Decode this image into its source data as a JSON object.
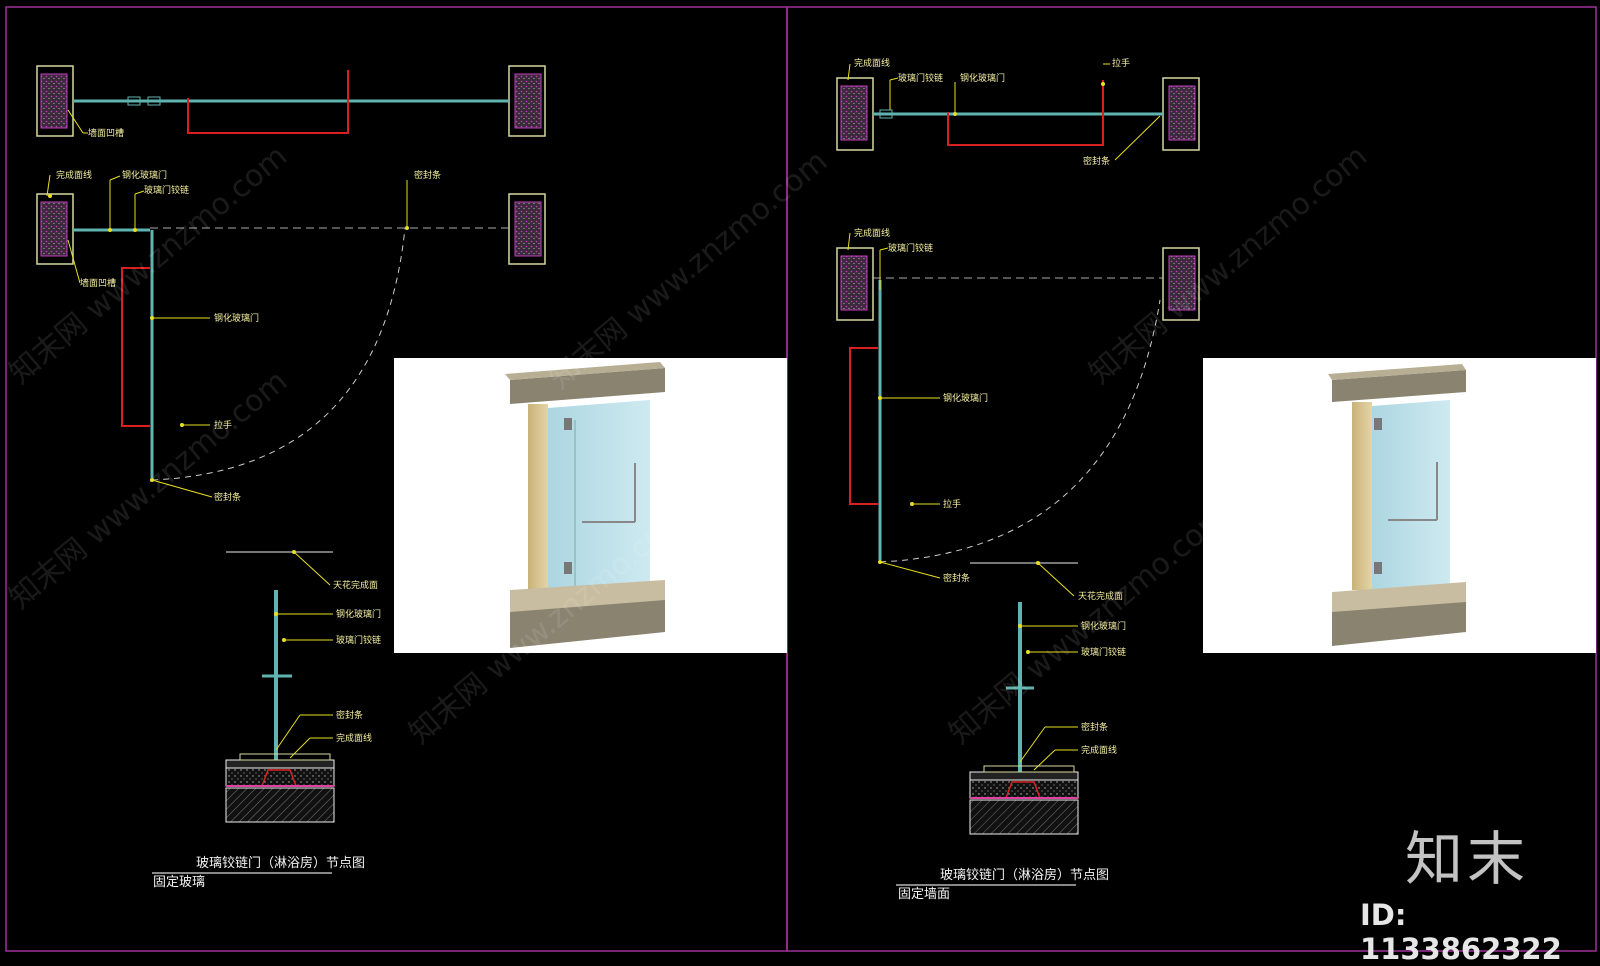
{
  "panels": [
    {
      "id": "left",
      "plan_top_labels": [
        "墙面凹槽"
      ],
      "plan_open_labels": {
        "finish_line": "完成面线",
        "tempered_glass_top": "钢化玻璃门",
        "hinge": "玻璃门铰链",
        "seal_top": "密封条",
        "wall_groove": "墙面凹槽",
        "tempered_glass_door": "钢化玻璃门",
        "handle": "拉手",
        "seal_bottom": "密封条"
      },
      "section_labels": {
        "ceiling": "天花完成面",
        "glass": "钢化玻璃门",
        "hinge": "玻璃门铰链",
        "seal": "密封条",
        "finish": "完成面线"
      },
      "title": "玻璃铰链门（淋浴房）节点图",
      "subtitle": "固定玻璃"
    },
    {
      "id": "right",
      "plan_top_labels": {
        "finish_line": "完成面线",
        "hinge": "玻璃门铰链",
        "tempered_glass": "钢化玻璃门",
        "handle": "拉手",
        "seal": "密封条"
      },
      "plan_open_labels": {
        "finish_line": "完成面线",
        "hinge": "玻璃门铰链",
        "tempered_glass_door": "钢化玻璃门",
        "handle": "拉手",
        "seal_bottom": "密封条"
      },
      "section_labels": {
        "ceiling": "天花完成面",
        "glass": "钢化玻璃门",
        "hinge": "玻璃门铰链",
        "seal": "密封条",
        "finish": "完成面线"
      },
      "title": "玻璃铰链门（淋浴房）节点图",
      "subtitle": "固定墙面"
    }
  ],
  "watermark": "知末网 www.znzmo.com",
  "brand": {
    "logo": "知末",
    "id": "ID: 1133862322"
  },
  "colors": {
    "background": "#000000",
    "border": "#a0309a",
    "label": "#f5f0a0",
    "leader": "#e8e020",
    "glass": "#5fb3b0",
    "handle": "#d82020",
    "wall": "#d8d8a0",
    "insulation": "#c040c0"
  }
}
